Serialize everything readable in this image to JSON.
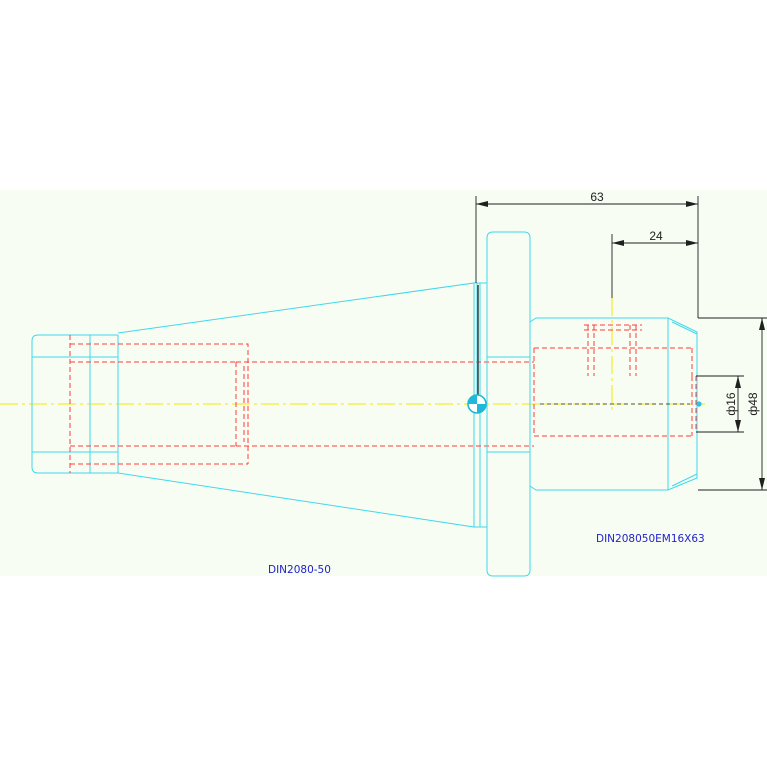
{
  "drawing": {
    "labels": {
      "holder": "DIN2080-50",
      "tool": "DIN208050EM16X63"
    },
    "dimensions": {
      "overall_length": "63",
      "step_length": "24",
      "bore_diameter": "ф16",
      "body_diameter": "ф48"
    },
    "colors": {
      "background": "#f7fdf2",
      "outline": "#3fd8ee",
      "hidden": "#ff3b3b",
      "centerline": "#f2ea00",
      "dimension": "#202020",
      "text": "#2222cc"
    }
  }
}
